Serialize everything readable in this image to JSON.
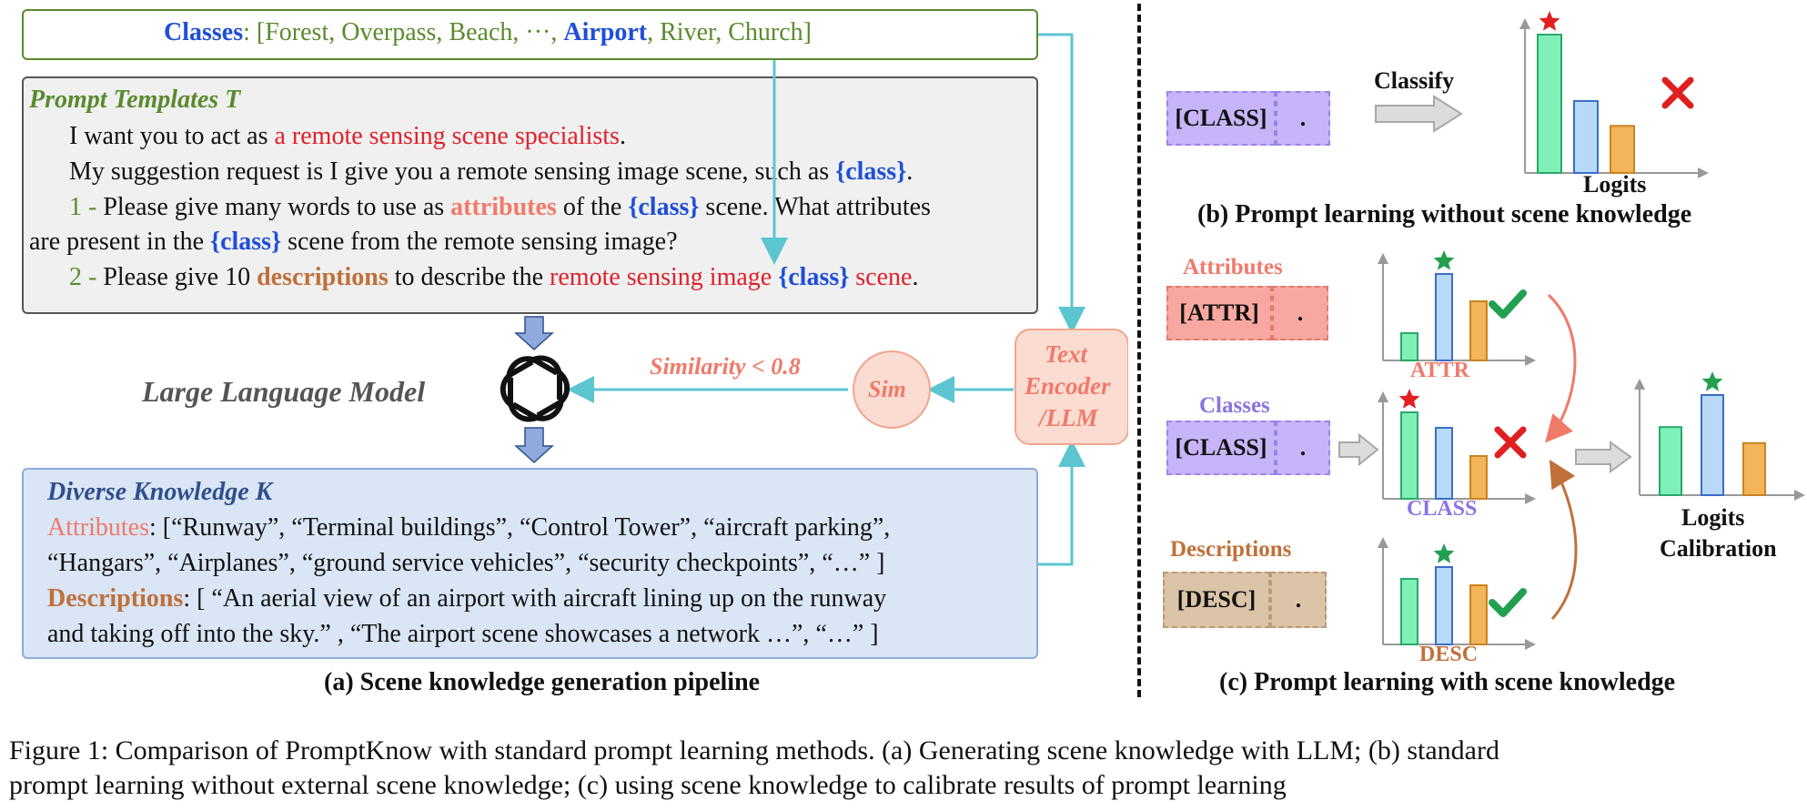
{
  "panel_a": {
    "classes_label": "Classes",
    "classes_colon": ": [Forest, Overpass, Beach, ···, ",
    "classes_airport": "Airport",
    "classes_rest": ", River, Church]",
    "templates_title": "Prompt Templates T",
    "t1_a": "I want you to act as ",
    "t1_b": "a remote sensing scene specialists",
    "t1_c": ".",
    "t2_a": "My suggestion request is I give you a remote sensing image scene, such as ",
    "t2_b": "{class}",
    "t2_c": ".",
    "t3_num": "1 - ",
    "t3_a": "Please give many words to use as ",
    "t3_b": "attributes",
    "t3_c": " of the ",
    "t3_d": "{class}",
    "t3_e": " scene. What attributes",
    "t4_a": "are present in the ",
    "t4_b": "{class}",
    "t4_c": " scene from the remote sensing image?",
    "t5_num": "2 - ",
    "t5_a": "Please give 10 ",
    "t5_b": "descriptions",
    "t5_c": " to describe the ",
    "t5_d": "remote sensing image",
    "t5_e": " ",
    "t5_f": "{class}",
    "t5_g": " scene",
    "t5_h": ".",
    "llm_label": "Large Language Model",
    "similarity": "Similarity < 0.8",
    "sim": "Sim",
    "encoder_1": "Text",
    "encoder_2": "Encoder",
    "encoder_3": "/LLM",
    "knowledge_title": "Diverse Knowledge K",
    "k1_label": "Attributes",
    "k1_text": ": [“Runway”, “Terminal buildings”, “Control Tower”, “aircraft parking”,",
    "k2_text": "“Hangars”, “Airplanes”, “ground service vehicles”, “security checkpoints”, “…” ]",
    "k3_label": "Descriptions",
    "k3_text": ": [ “An aerial view of an airport with aircraft lining up on the runway",
    "k4_text": "and taking off into the sky.” , “The airport scene showcases a network …”, “…” ]",
    "caption": "(a) Scene knowledge generation pipeline"
  },
  "panel_b": {
    "token": "[CLASS]",
    "dot": ".",
    "classify": "Classify",
    "logits": "Logits",
    "caption": "(b) Prompt learning without scene knowledge",
    "bars": [
      1.0,
      0.52,
      0.34
    ]
  },
  "panel_c": {
    "attr_label": "Attributes",
    "attr_token": "[ATTR]",
    "classes_label": "Classes",
    "class_token": "[CLASS]",
    "desc_label": "Descriptions",
    "desc_token": "[DESC]",
    "dot": ".",
    "attr_chart_label": "ATTR",
    "class_chart_label": "CLASS",
    "desc_chart_label": "DESC",
    "calib_1": "Logits",
    "calib_2": "Calibration",
    "caption": "(c) Prompt learning with scene knowledge",
    "attr_bars": [
      0.3,
      0.95,
      0.65
    ],
    "class_bars": [
      0.95,
      0.78,
      0.47
    ],
    "desc_bars": [
      0.72,
      0.85,
      0.65
    ],
    "calib_bars": [
      0.68,
      1.0,
      0.52
    ]
  },
  "figure_caption_1": "Figure 1: Comparison of PromptKnow with standard prompt learning methods. (a) Generating scene knowledge with LLM; (b) standard",
  "figure_caption_2": "prompt learning without external scene knowledge; (c) using scene knowledge to calibrate results of prompt learning",
  "colors": {
    "green_bar": "#7ff0b8",
    "blue_bar": "#b8daf8",
    "orange_bar": "#f4b45a",
    "teal": "#5cc6d0",
    "purple_token": "#c8b4f8",
    "attr_token": "#f8a8a0",
    "desc_token": "#dcc4a8"
  }
}
